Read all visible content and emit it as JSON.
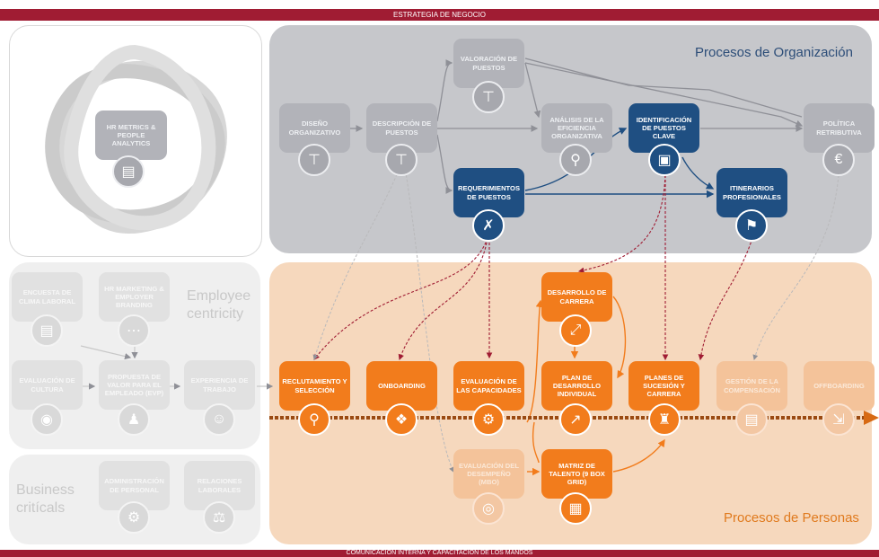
{
  "top_band": "ESTRATEGIA DE NEGOCIO",
  "bottom_band": "COMUNICACIÓN INTERNA Y CAPACITACIÓN DE LOS MANDOS",
  "panels": {
    "organizacion": "Procesos de Organización",
    "personas": "Procesos de Personas",
    "employee": "Employee centricity",
    "business": "Business critícals"
  },
  "nodes": {
    "hr_metrics": "HR METRICS & PEOPLE ANALYTICS",
    "diseno": "DISEÑO ORGANIZATIVO",
    "descripcion": "DESCRIPCIÓN DE PUESTOS",
    "valoracion": "VALORACIÓN DE PUESTOS",
    "analisis": "ANÁLISIS DE LA EFICIENCIA ORGANIZATIVA",
    "identificacion": "IDENTIFICACIÓN DE PUESTOS CLAVE",
    "politica": "POLÍTICA RETRIBUTIVA",
    "requerimientos": "REQUERIMIENTOS DE PUESTOS",
    "itinerarios": "ITINERARIOS PROFESIONALES",
    "encuesta": "ENCUESTA DE CLIMA LABORAL",
    "marketing": "HR MARKETING & EMPLOYER BRANDING",
    "eval_cultura": "EVALUACIÓN DE CULTURA",
    "propuesta": "PROPUESTA DE VALOR PARA EL EMPLEADO (EVP)",
    "experiencia": "EXPERIENCIA DE TRABAJO",
    "administracion": "ADMINISTRACIÓN DE PERSONAL",
    "relaciones": "RELACIONES LABORALES",
    "reclutamiento": "RECLUTAMIENTO Y SELECCIÓN",
    "onboarding": "ONBOARDING",
    "eval_capacidades": "EVALUACIÓN DE LAS CAPACIDADES",
    "desarrollo_carrera": "DESARROLLO DE CARRERA",
    "plan_desarrollo": "PLAN DE DESARROLLO INDIVIDUAL",
    "planes_sucesion": "PLANES DE SUCESIÓN Y CARRERA",
    "gestion_comp": "GESTIÓN DE LA COMPENSACIÓN",
    "offboarding": "OFFBOARDING",
    "eval_desempeno": "EVALUACIÓN DEL DESEMPEÑO (MBO)",
    "matriz": "MATRIZ DE TALENTO (9 BOX GRID)"
  },
  "colors": {
    "band": "#a01c33",
    "org_panel": "#c6c7cb",
    "people_panel": "#f6d8bd",
    "blue_node": "#1f4f82",
    "orange_node": "#f27c1c",
    "grey_node": "#b2b3b9",
    "timeline": "#9a4a12"
  },
  "icons": {
    "hr_metrics": "bar-chart-icon",
    "diseno": "org-chart-icon",
    "descripcion": "org-document-icon",
    "valoracion": "hierarchy-ruler-icon",
    "analisis": "org-magnifier-icon",
    "identificacion": "lock-icon",
    "politica": "euro-icon",
    "requerimientos": "org-tools-icon",
    "itinerarios": "map-pin-icon",
    "encuesta": "clipboard-icon",
    "marketing": "chat-bubble-icon",
    "eval_cultura": "fingerprint-icon",
    "propuesta": "people-icon",
    "experiencia": "smiley-person-icon",
    "administracion": "people-gear-icon",
    "relaciones": "scales-icon",
    "reclutamiento": "people-search-icon",
    "onboarding": "network-icon",
    "eval_capacidades": "head-gear-icon",
    "desarrollo_carrera": "expand-person-icon",
    "plan_desarrollo": "growth-chart-icon",
    "planes_sucesion": "chess-icon",
    "gestion_comp": "money-hand-icon",
    "offboarding": "exit-icon",
    "eval_desempeno": "target-icon",
    "matriz": "grid-icon"
  }
}
